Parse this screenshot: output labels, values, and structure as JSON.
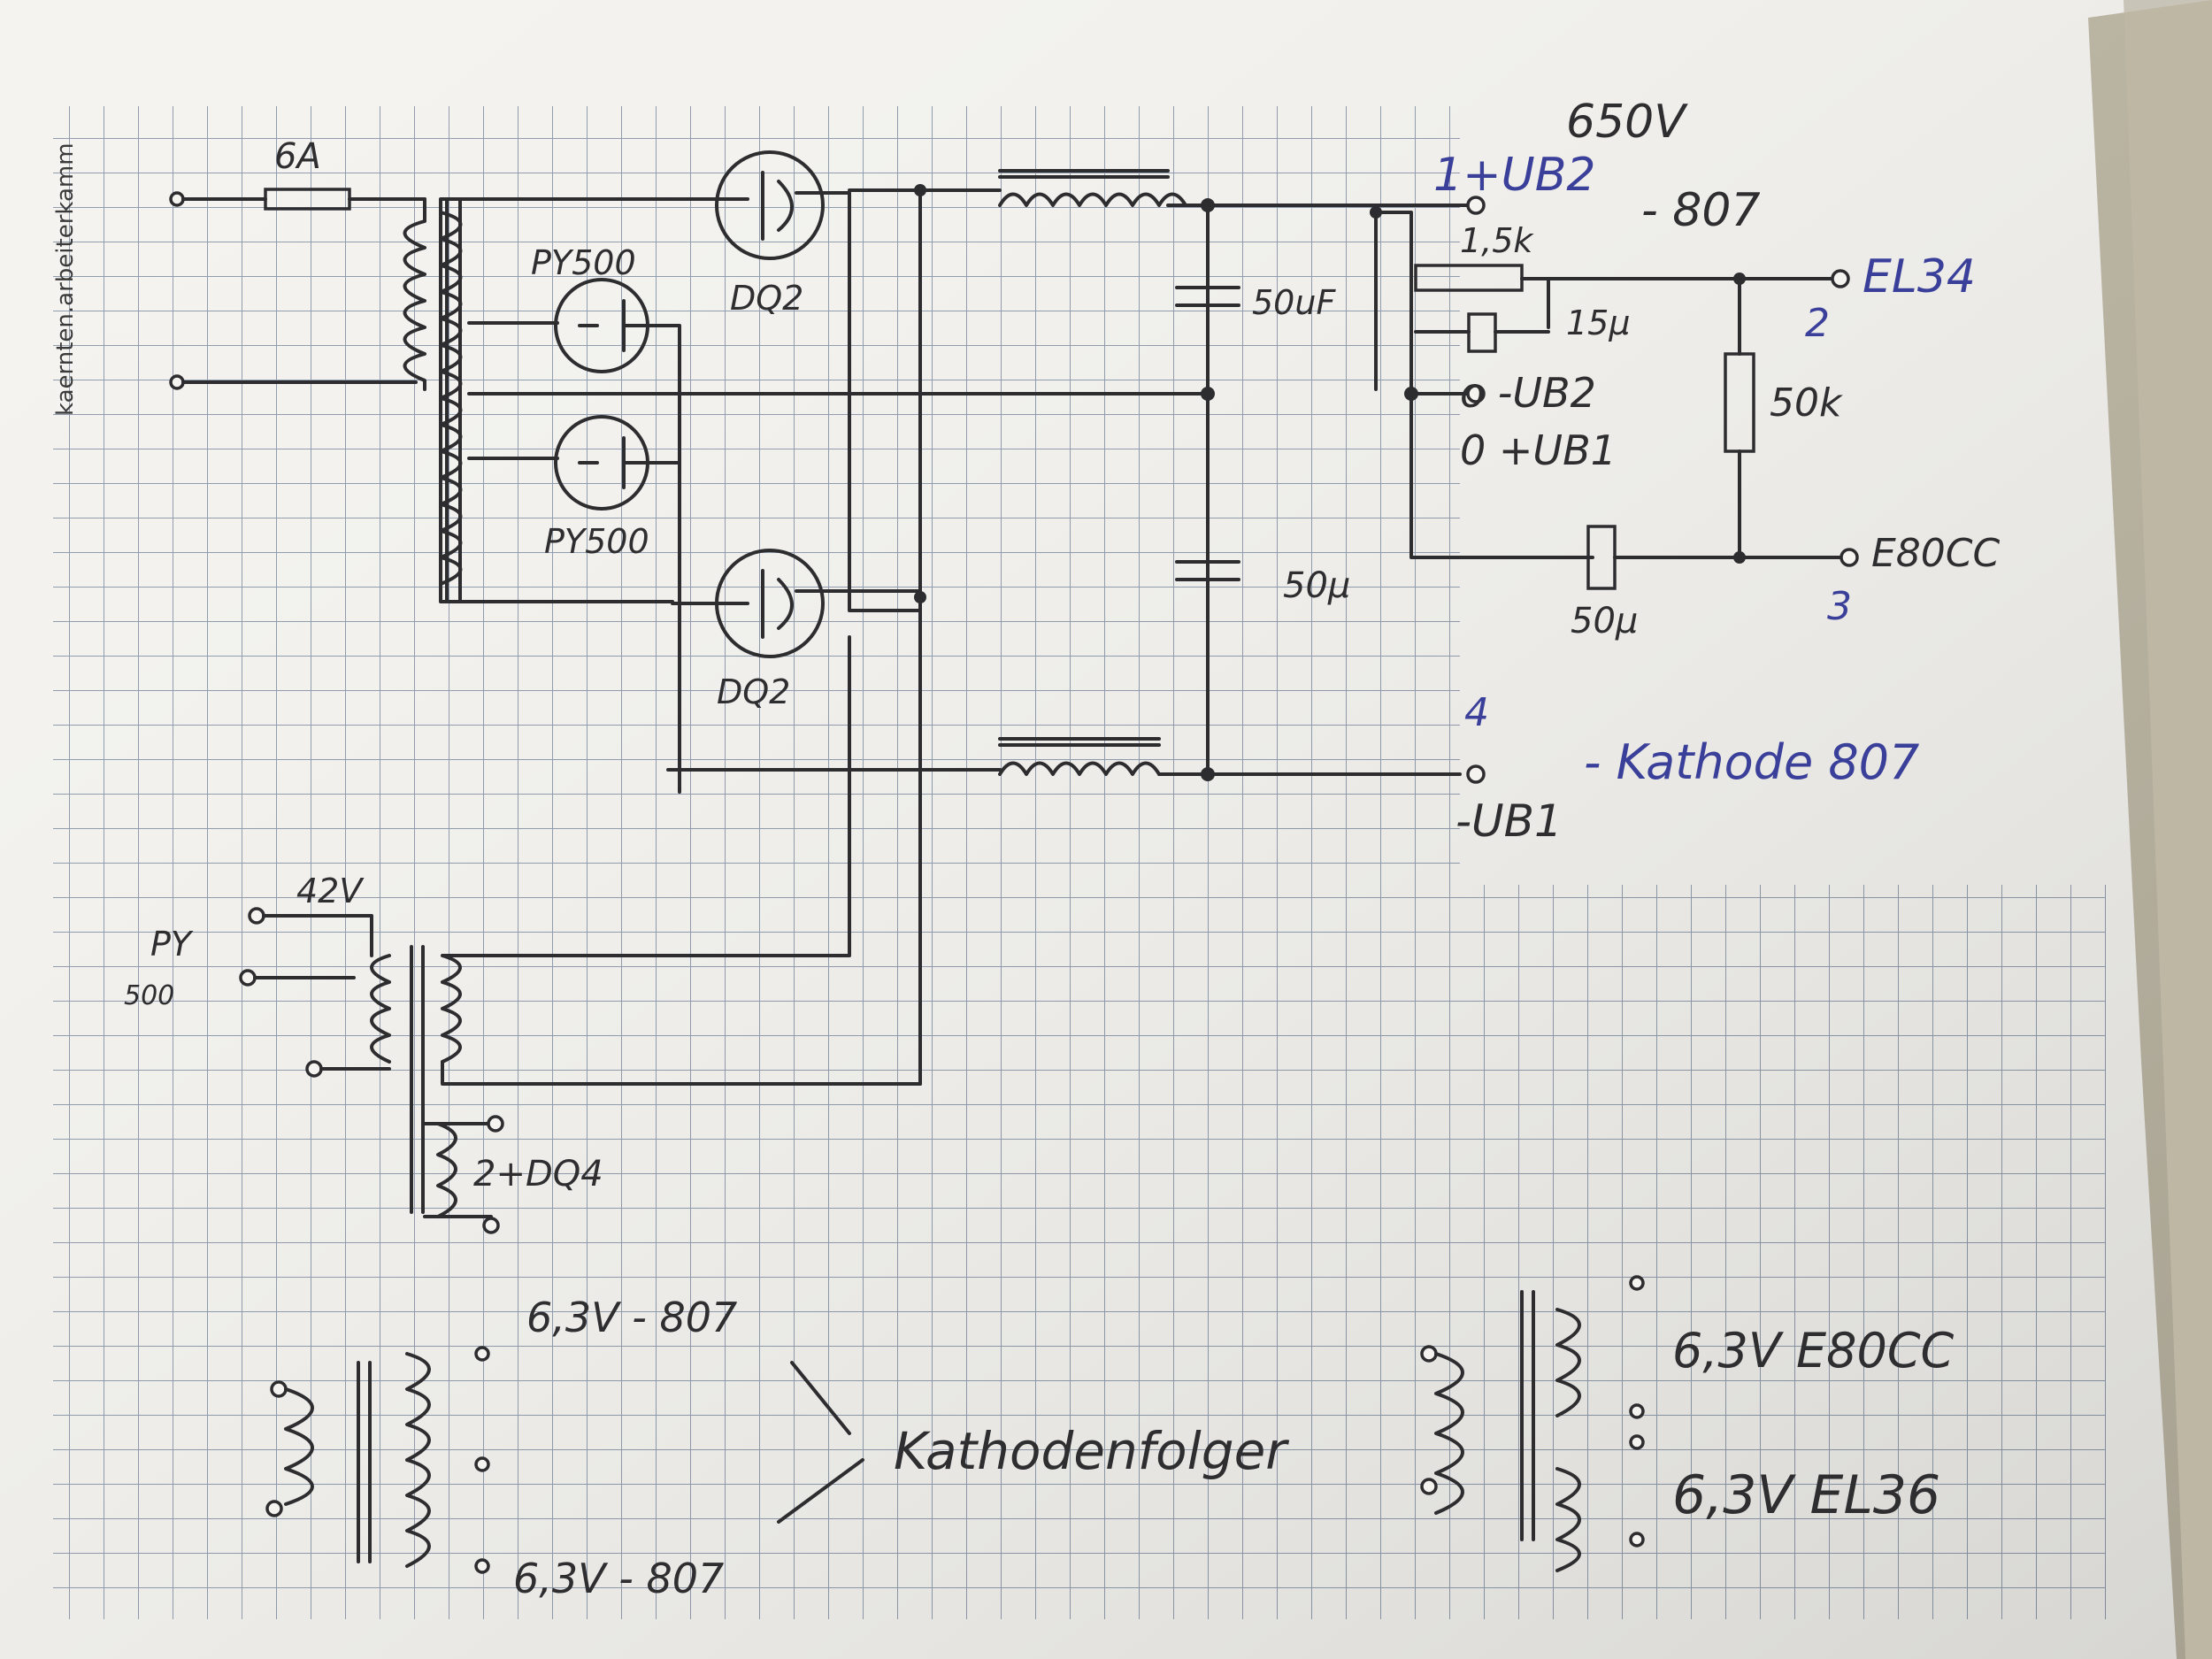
{
  "sheet": {
    "edge_text": "kaernten.arbeiterkamm",
    "colors": {
      "paper": "#f4f3ef",
      "grid": "#8f9cae",
      "pencil": "#2e2e30",
      "ink": "#3a3f9a",
      "background": "#c9c4b8"
    }
  },
  "labels": {
    "fuse": "6A",
    "voltage_top": "650V",
    "tube_py500_upper": "PY500",
    "tube_py500_lower": "PY500",
    "tube_dq2_upper": "DQ2",
    "tube_dq2_lower": "DQ2",
    "cap_upper": "50uF",
    "cap_lower": "50µ",
    "res_15k": "1,5k",
    "cap_15": "15µ",
    "res_50k": "50k",
    "cap_50_out": "50µ",
    "v_42": "42V",
    "py_a": "PY",
    "py_b": "500",
    "heater_dq4": "2+DQ4",
    "heater_807_top": "6,3V - 807",
    "heater_807_bottom": "6,3V - 807",
    "kathodenfolger": "Kathodenfolger",
    "heater_e80cc": "6,3V E80CC",
    "heater_el36": "6,3V EL36"
  },
  "outputs": {
    "ub2_plus": "1+UB2",
    "ub2_plus_note": "- 807",
    "el34": "EL34",
    "el34_num": "2",
    "ub2_minus": "o -UB2",
    "ub1_plus": "0 +UB1",
    "e80cc": "E80CC",
    "e80cc_num": "3",
    "ub1_num": "4",
    "kathode": "- Kathode 807",
    "ub1_minus": "-UB1"
  },
  "icons": [
    "transformer",
    "diode-tube",
    "choke",
    "capacitor",
    "resistor",
    "terminal"
  ]
}
